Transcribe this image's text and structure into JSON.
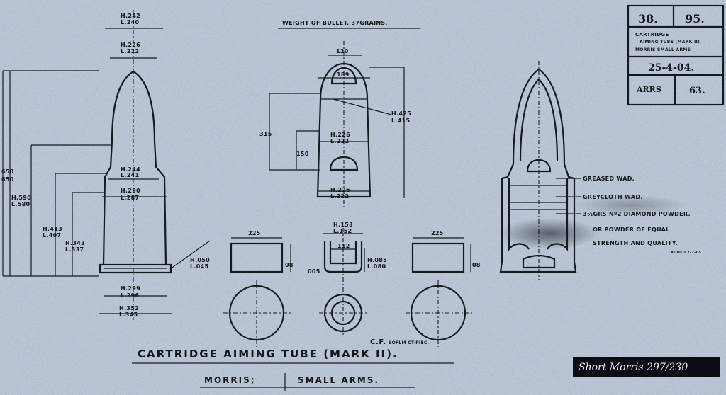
{
  "weight_note": "WEIGHT OF BULLET. 37GRAINS.",
  "title_block": {
    "number_left": "38.",
    "number_right": "95.",
    "line1": "CARTRIDGE",
    "line2": "AIMING TUBE (MARK II)",
    "line3": "MORRIS SMALL ARMS",
    "date": "25-4-04.",
    "cell_left": "ARRS",
    "cell_right": "63."
  },
  "dimensions_left": {
    "top_h": "H.242",
    "top_l": "L.240",
    "tip_h": "H.226",
    "tip_l": "L.222",
    "neck_h": "H.244",
    "neck_l": "L.241",
    "body_h": "H.290",
    "body_l": "L.287",
    "height_h": "H.590",
    "height_l": "L.580",
    "overall_h": "650",
    "overall_l": "650",
    "mid_h": "H.413",
    "mid_l": "L.407",
    "low_h": "H.343",
    "low_l": "L.337",
    "rim_h": "H.050",
    "rim_l": "L.045",
    "base_h": "H.299",
    "base_l": "L.296",
    "foot_h": "H.352",
    "foot_l": "L.345"
  },
  "dimensions_bullet": {
    "top": "120",
    "mid": "189",
    "side_h": "H.425",
    "side_l": "L.415",
    "left": "315",
    "low": "150",
    "inner_h": "H.226",
    "inner_l": "L.222",
    "base_h": "H.226",
    "base_l": "L.222"
  },
  "dimensions_wads": {
    "wad1_w": "225",
    "wad1_h": "08",
    "cap_w_h": "H.153",
    "cap_w_l": "L.152",
    "cap_inner": "112",
    "cap_h_h": "H.085",
    "cap_h_l": "L.080",
    "cap_side": "005",
    "wad2_w": "225",
    "wad2_h": "08",
    "cap_label": "C.F.",
    "cap_note": "SOFLM CT-PIEC."
  },
  "section_labels": {
    "greased": "GREASED WAD.",
    "grey": "GREYCLOTH WAD.",
    "powder": "3½GRS Nº2 DIAMOND POWDER.",
    "or_powder": "OR POWDER OF EQUAL",
    "strength": "STRENGTH AND QUALITY.",
    "small_note": "ADDED 7-2-05."
  },
  "main_title": "CARTRIDGE AIMING TUBE (MARK II).",
  "subtitle_left": "MORRIS;",
  "subtitle_right": "SMALL ARMS.",
  "stamp": "Short Morris 297/230"
}
